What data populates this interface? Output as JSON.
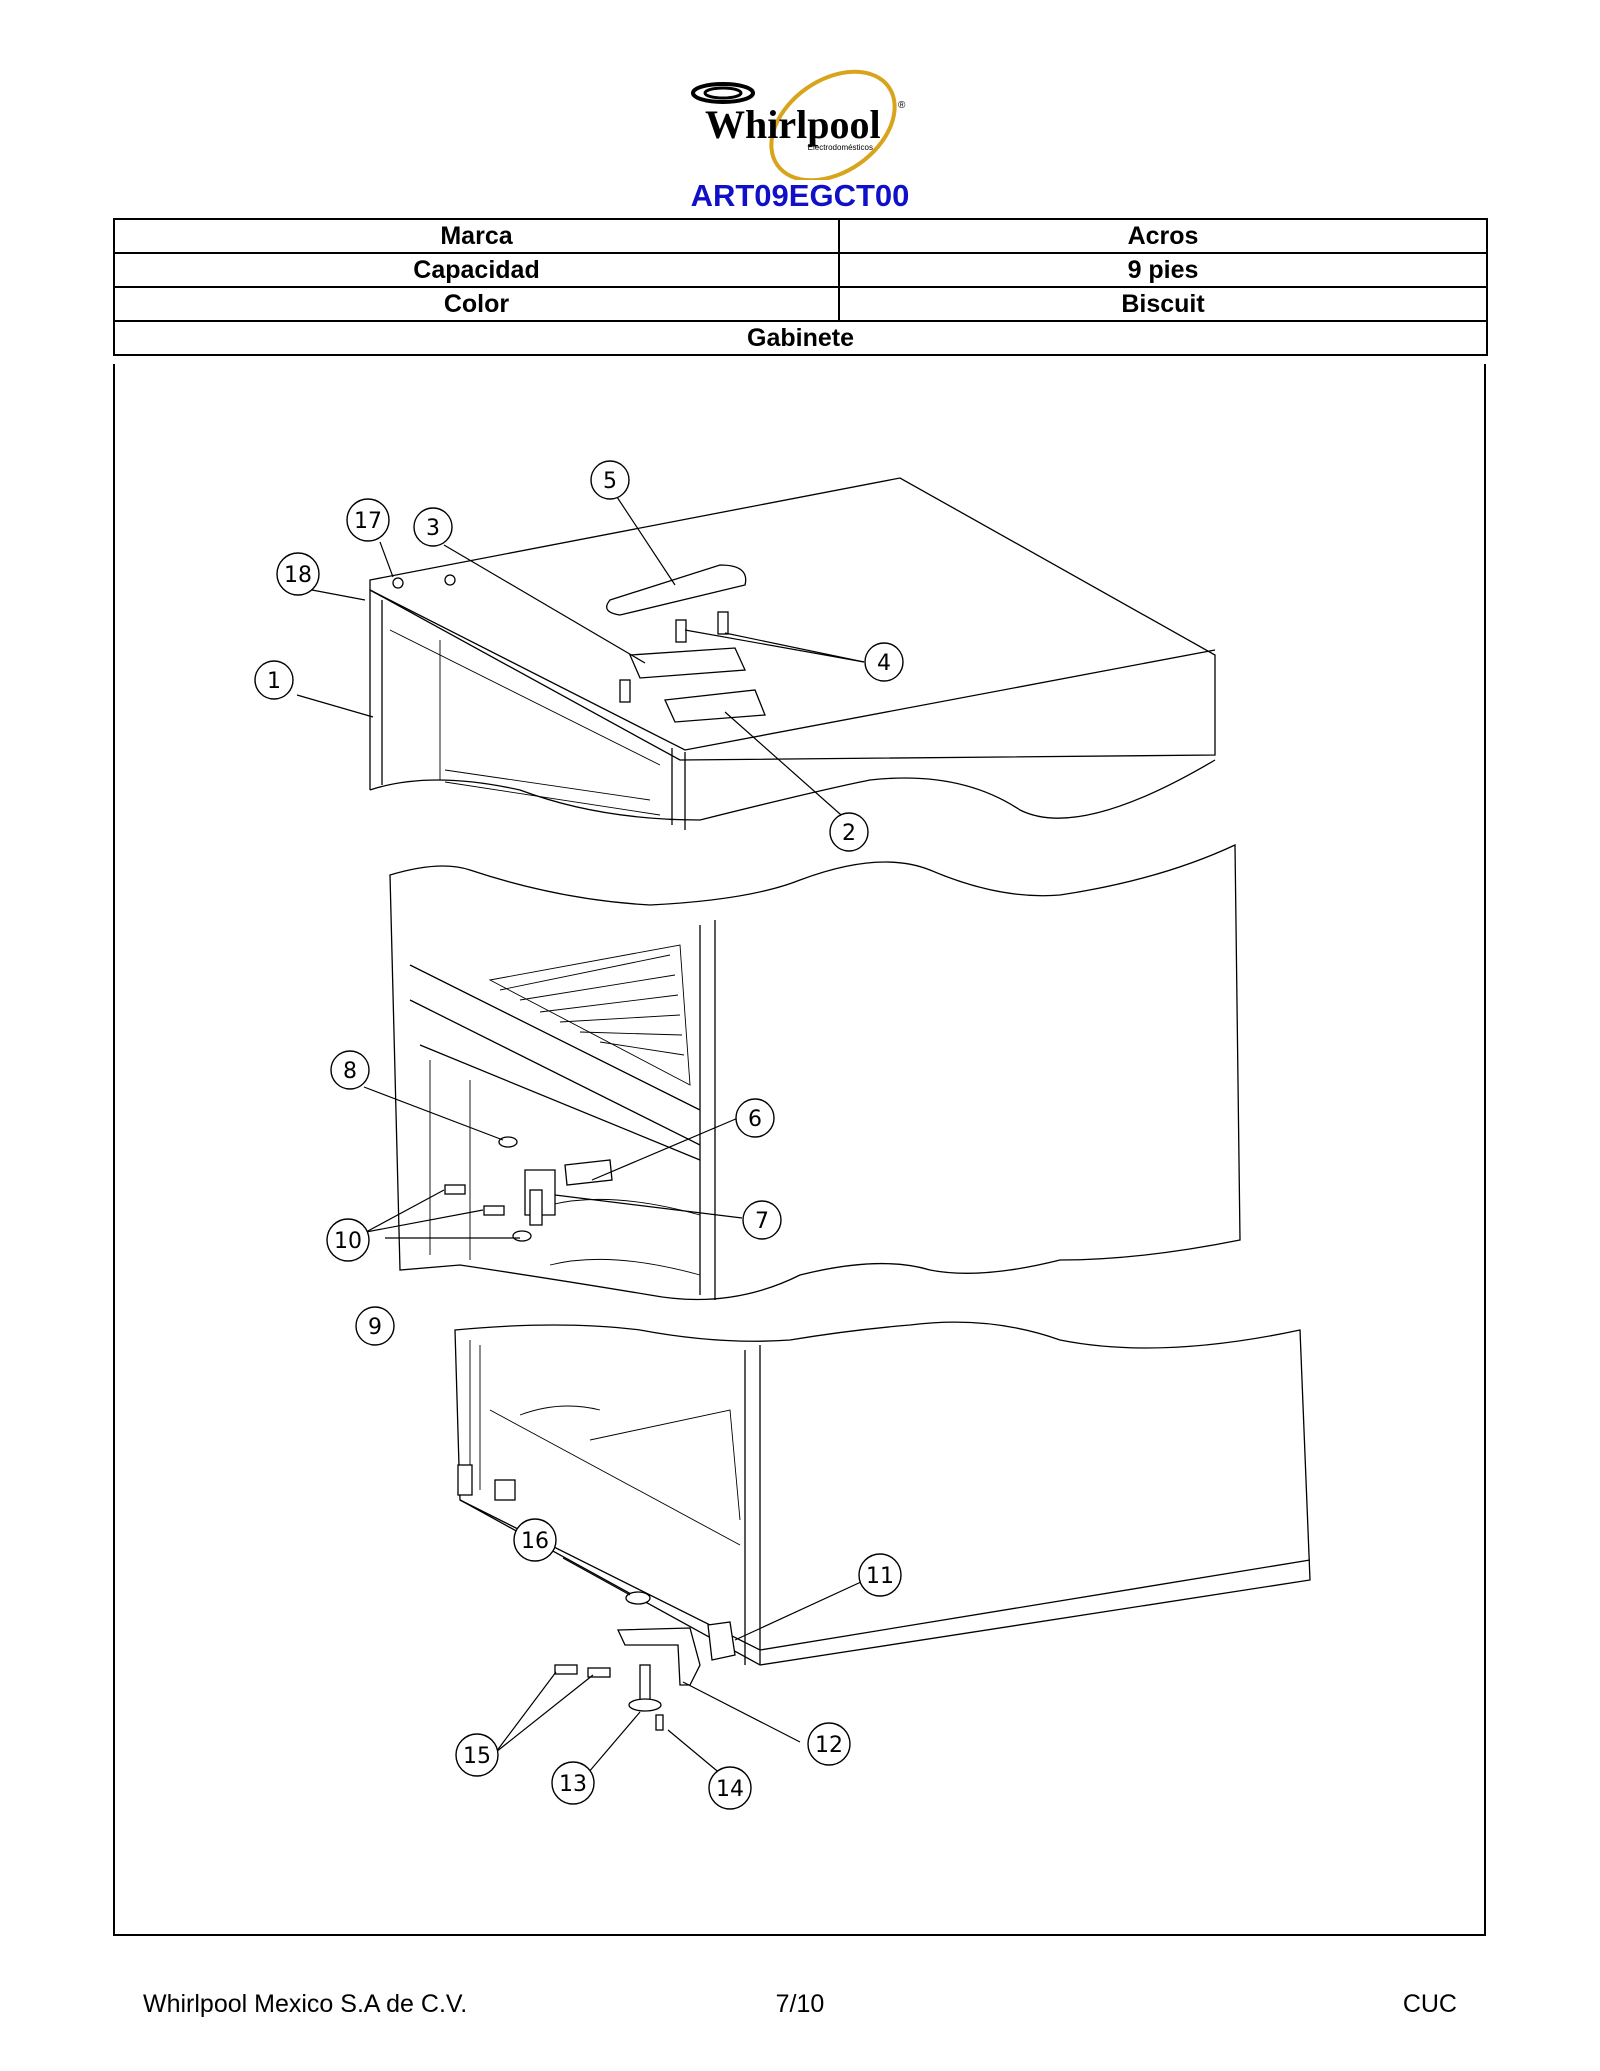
{
  "logo": {
    "brand_text": "Whirlpool",
    "sub_text": "Electrodomésticos",
    "registered_mark": "®",
    "ring_color": "#d8a41c"
  },
  "model_code": "ART09EGCT00",
  "model_color": "#1010c8",
  "specs": [
    {
      "label": "Marca",
      "value": "Acros"
    },
    {
      "label": "Capacidad",
      "value": "9 pies"
    },
    {
      "label": "Color",
      "value": "Biscuit"
    }
  ],
  "section_title": "Gabinete",
  "callouts": [
    "1",
    "2",
    "3",
    "4",
    "5",
    "6",
    "7",
    "8",
    "9",
    "10",
    "11",
    "12",
    "13",
    "14",
    "15",
    "16",
    "17",
    "18"
  ],
  "footer": {
    "company": "Whirlpool Mexico S.A de C.V.",
    "page": "7/10",
    "code": "CUC"
  }
}
